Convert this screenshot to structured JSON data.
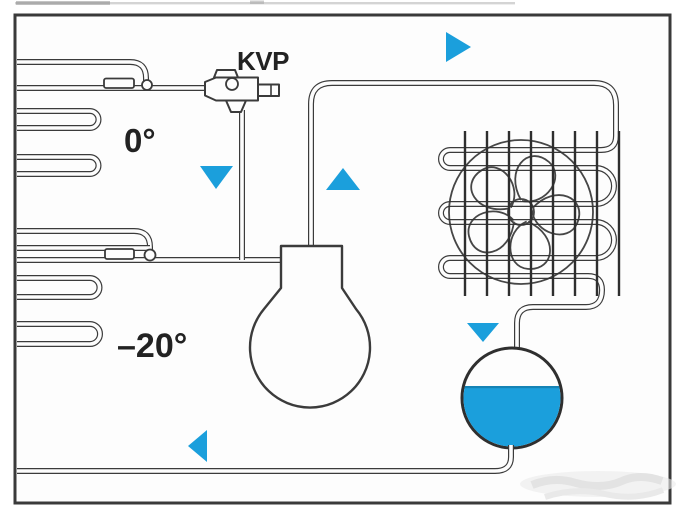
{
  "diagram": {
    "type": "refrigeration-cycle-schematic",
    "labels": {
      "valve": "KVP",
      "evaporator_top_temperature": "0°",
      "evaporator_bottom_temperature": "–20°"
    },
    "components": [
      "evaporator-0-degrees",
      "evaporator-minus-20-degrees",
      "kvp-evaporating-pressure-valve",
      "compressor",
      "condenser-with-fan",
      "liquid-receiver"
    ],
    "arrows": [
      {
        "name": "discharge-line-arrow",
        "direction": "right"
      },
      {
        "name": "kvp-suction-down-arrow",
        "direction": "down"
      },
      {
        "name": "compressor-discharge-up-arrow",
        "direction": "up"
      },
      {
        "name": "liquid-line-arrow",
        "direction": "left"
      },
      {
        "name": "receiver-inlet-arrow",
        "direction": "down"
      }
    ],
    "receiver_fill_level": "55%",
    "colors": {
      "flow_accent": "#1b9fdc",
      "liquid_fill": "#1b9fdc",
      "linework": "#3b3b3b",
      "background": "#ffffff"
    }
  }
}
